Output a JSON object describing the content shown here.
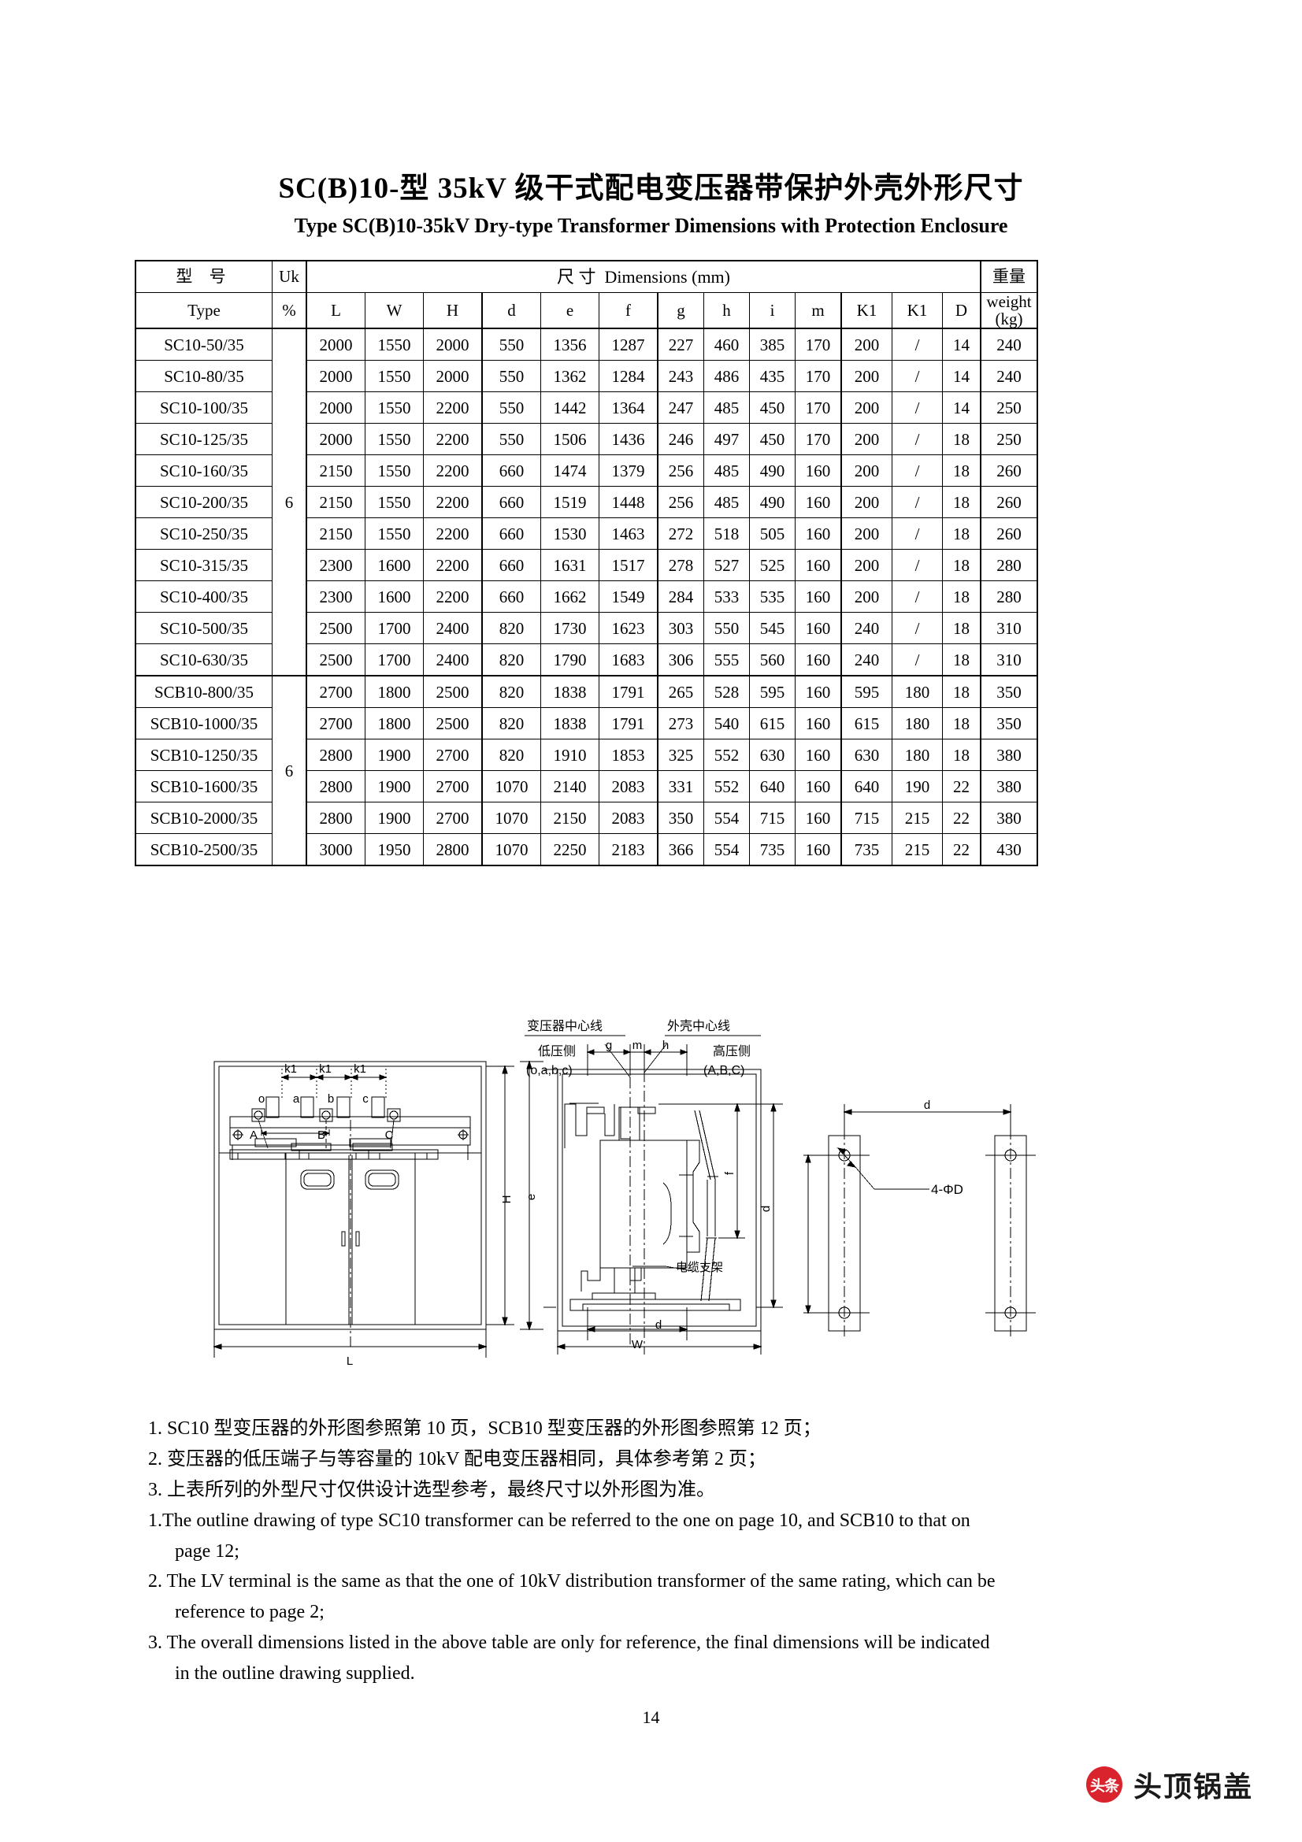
{
  "doc": {
    "title_cn": "SC(B)10-型 35kV 级干式配电变压器带保护外壳外形尺寸",
    "title_en": "Type SC(B)10-35kV Dry-type Transformer Dimensions with Protection Enclosure",
    "page_number": "14"
  },
  "table": {
    "header": {
      "type_cn": "型 号",
      "type_en": "Type",
      "uk_label": "Uk",
      "uk_unit": "%",
      "dimensions_cn": "尺 寸",
      "dimensions_en": "Dimensions (mm)",
      "weight_cn": "重量",
      "weight_en": "weight",
      "weight_unit": "(kg)",
      "cols": [
        "L",
        "W",
        "H",
        "d",
        "e",
        "f",
        "g",
        "h",
        "i",
        "m",
        "K1",
        "K1",
        "D"
      ]
    },
    "uk_group_1": "6",
    "uk_group_2": "6",
    "rows": [
      {
        "type": "SC10-50/35",
        "L": "2000",
        "W": "1550",
        "H": "2000",
        "d": "550",
        "e": "1356",
        "f": "1287",
        "g": "227",
        "h": "460",
        "i": "385",
        "m": "170",
        "K1a": "200",
        "K1b": "/",
        "D": "14",
        "weight": "240"
      },
      {
        "type": "SC10-80/35",
        "L": "2000",
        "W": "1550",
        "H": "2000",
        "d": "550",
        "e": "1362",
        "f": "1284",
        "g": "243",
        "h": "486",
        "i": "435",
        "m": "170",
        "K1a": "200",
        "K1b": "/",
        "D": "14",
        "weight": "240"
      },
      {
        "type": "SC10-100/35",
        "L": "2000",
        "W": "1550",
        "H": "2200",
        "d": "550",
        "e": "1442",
        "f": "1364",
        "g": "247",
        "h": "485",
        "i": "450",
        "m": "170",
        "K1a": "200",
        "K1b": "/",
        "D": "14",
        "weight": "250"
      },
      {
        "type": "SC10-125/35",
        "L": "2000",
        "W": "1550",
        "H": "2200",
        "d": "550",
        "e": "1506",
        "f": "1436",
        "g": "246",
        "h": "497",
        "i": "450",
        "m": "170",
        "K1a": "200",
        "K1b": "/",
        "D": "18",
        "weight": "250"
      },
      {
        "type": "SC10-160/35",
        "L": "2150",
        "W": "1550",
        "H": "2200",
        "d": "660",
        "e": "1474",
        "f": "1379",
        "g": "256",
        "h": "485",
        "i": "490",
        "m": "160",
        "K1a": "200",
        "K1b": "/",
        "D": "18",
        "weight": "260"
      },
      {
        "type": "SC10-200/35",
        "L": "2150",
        "W": "1550",
        "H": "2200",
        "d": "660",
        "e": "1519",
        "f": "1448",
        "g": "256",
        "h": "485",
        "i": "490",
        "m": "160",
        "K1a": "200",
        "K1b": "/",
        "D": "18",
        "weight": "260"
      },
      {
        "type": "SC10-250/35",
        "L": "2150",
        "W": "1550",
        "H": "2200",
        "d": "660",
        "e": "1530",
        "f": "1463",
        "g": "272",
        "h": "518",
        "i": "505",
        "m": "160",
        "K1a": "200",
        "K1b": "/",
        "D": "18",
        "weight": "260"
      },
      {
        "type": "SC10-315/35",
        "L": "2300",
        "W": "1600",
        "H": "2200",
        "d": "660",
        "e": "1631",
        "f": "1517",
        "g": "278",
        "h": "527",
        "i": "525",
        "m": "160",
        "K1a": "200",
        "K1b": "/",
        "D": "18",
        "weight": "280"
      },
      {
        "type": "SC10-400/35",
        "L": "2300",
        "W": "1600",
        "H": "2200",
        "d": "660",
        "e": "1662",
        "f": "1549",
        "g": "284",
        "h": "533",
        "i": "535",
        "m": "160",
        "K1a": "200",
        "K1b": "/",
        "D": "18",
        "weight": "280"
      },
      {
        "type": "SC10-500/35",
        "L": "2500",
        "W": "1700",
        "H": "2400",
        "d": "820",
        "e": "1730",
        "f": "1623",
        "g": "303",
        "h": "550",
        "i": "545",
        "m": "160",
        "K1a": "240",
        "K1b": "/",
        "D": "18",
        "weight": "310"
      },
      {
        "type": "SC10-630/35",
        "L": "2500",
        "W": "1700",
        "H": "2400",
        "d": "820",
        "e": "1790",
        "f": "1683",
        "g": "306",
        "h": "555",
        "i": "560",
        "m": "160",
        "K1a": "240",
        "K1b": "/",
        "D": "18",
        "weight": "310"
      },
      {
        "type": "SCB10-800/35",
        "L": "2700",
        "W": "1800",
        "H": "2500",
        "d": "820",
        "e": "1838",
        "f": "1791",
        "g": "265",
        "h": "528",
        "i": "595",
        "m": "160",
        "K1a": "595",
        "K1b": "180",
        "D": "18",
        "weight": "350"
      },
      {
        "type": "SCB10-1000/35",
        "L": "2700",
        "W": "1800",
        "H": "2500",
        "d": "820",
        "e": "1838",
        "f": "1791",
        "g": "273",
        "h": "540",
        "i": "615",
        "m": "160",
        "K1a": "615",
        "K1b": "180",
        "D": "18",
        "weight": "350"
      },
      {
        "type": "SCB10-1250/35",
        "L": "2800",
        "W": "1900",
        "H": "2700",
        "d": "820",
        "e": "1910",
        "f": "1853",
        "g": "325",
        "h": "552",
        "i": "630",
        "m": "160",
        "K1a": "630",
        "K1b": "180",
        "D": "18",
        "weight": "380"
      },
      {
        "type": "SCB10-1600/35",
        "L": "2800",
        "W": "1900",
        "H": "2700",
        "d": "1070",
        "e": "2140",
        "f": "2083",
        "g": "331",
        "h": "552",
        "i": "640",
        "m": "160",
        "K1a": "640",
        "K1b": "190",
        "D": "22",
        "weight": "380"
      },
      {
        "type": "SCB10-2000/35",
        "L": "2800",
        "W": "1900",
        "H": "2700",
        "d": "1070",
        "e": "2150",
        "f": "2083",
        "g": "350",
        "h": "554",
        "i": "715",
        "m": "160",
        "K1a": "715",
        "K1b": "215",
        "D": "22",
        "weight": "380"
      },
      {
        "type": "SCB10-2500/35",
        "L": "3000",
        "W": "1950",
        "H": "2800",
        "d": "1070",
        "e": "2250",
        "f": "2183",
        "g": "366",
        "h": "554",
        "i": "735",
        "m": "160",
        "K1a": "735",
        "K1b": "215",
        "D": "22",
        "weight": "430"
      }
    ]
  },
  "drawing": {
    "labels": {
      "transformer_centerline": "变压器中心线",
      "enclosure_centerline": "外壳中心线",
      "lv_side": "低压侧",
      "lv_terminals": "(o,a,b,c)",
      "hv_side": "高压侧",
      "hv_terminals": "(A,B,C)",
      "cable_bracket": "电缆支架",
      "hole_note": "4-ΦD",
      "k1": "k1",
      "dim_H": "H",
      "dim_L": "L",
      "dim_W": "W",
      "dim_e": "e",
      "dim_d": "d",
      "dim_f": "f",
      "dim_g": "g",
      "dim_m": "m",
      "dim_h": "h",
      "term_o": "o",
      "term_a": "a",
      "term_b": "b",
      "term_c": "c",
      "term_A": "A",
      "term_B": "B",
      "term_C": "C"
    }
  },
  "notes": {
    "cn": [
      "1. SC10 型变压器的外形图参照第 10 页，SCB10 型变压器的外形图参照第 12 页；",
      "2. 变压器的低压端子与等容量的 10kV 配电变压器相同，具体参考第 2 页；",
      "3. 上表所列的外型尺寸仅供设计选型参考，最终尺寸以外形图为准。"
    ],
    "en": [
      "1.The outline drawing of type SC10 transformer can be referred to the one on page 10, and SCB10 to that on",
      "page 12;",
      "2. The LV terminal is the same as that the one of 10kV distribution transformer of the same rating, which can be",
      "reference to page 2;",
      "3. The overall dimensions listed in the above table are only for reference, the final dimensions will be indicated",
      "in the outline drawing supplied."
    ]
  },
  "watermark": {
    "logo_text": "头条",
    "text": "头顶锅盖"
  }
}
